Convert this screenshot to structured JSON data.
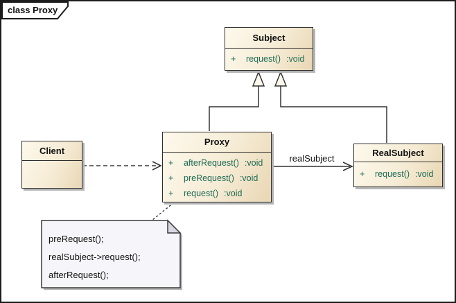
{
  "frame": {
    "title": "class Proxy"
  },
  "colors": {
    "box_gradient_start": "#fdf9ec",
    "box_gradient_end": "#e9d7b4",
    "box_border": "#2e2e2e",
    "method_text": "#1e6b55",
    "shadow": "#b6b6b6",
    "note_fill": "#f6f5fa",
    "note_fold": "#d9d8e2",
    "line": "#333333"
  },
  "classes": {
    "subject": {
      "name": "Subject",
      "methods": [
        {
          "visibility": "+",
          "name": "request()",
          "type": ":void"
        }
      ]
    },
    "proxy": {
      "name": "Proxy",
      "methods": [
        {
          "visibility": "+",
          "name": "afterRequest()",
          "type": ":void"
        },
        {
          "visibility": "+",
          "name": "preRequest()",
          "type": ":void"
        },
        {
          "visibility": "+",
          "name": "request()",
          "type": ":void"
        }
      ]
    },
    "realsubject": {
      "name": "RealSubject",
      "methods": [
        {
          "visibility": "+",
          "name": "request()",
          "type": ":void"
        }
      ]
    },
    "client": {
      "name": "Client",
      "methods": []
    }
  },
  "associations": {
    "realsubject": {
      "label": "realSubject"
    }
  },
  "note": {
    "lines": [
      "preRequest();",
      "realSubject->request();",
      "afterRequest();"
    ]
  }
}
